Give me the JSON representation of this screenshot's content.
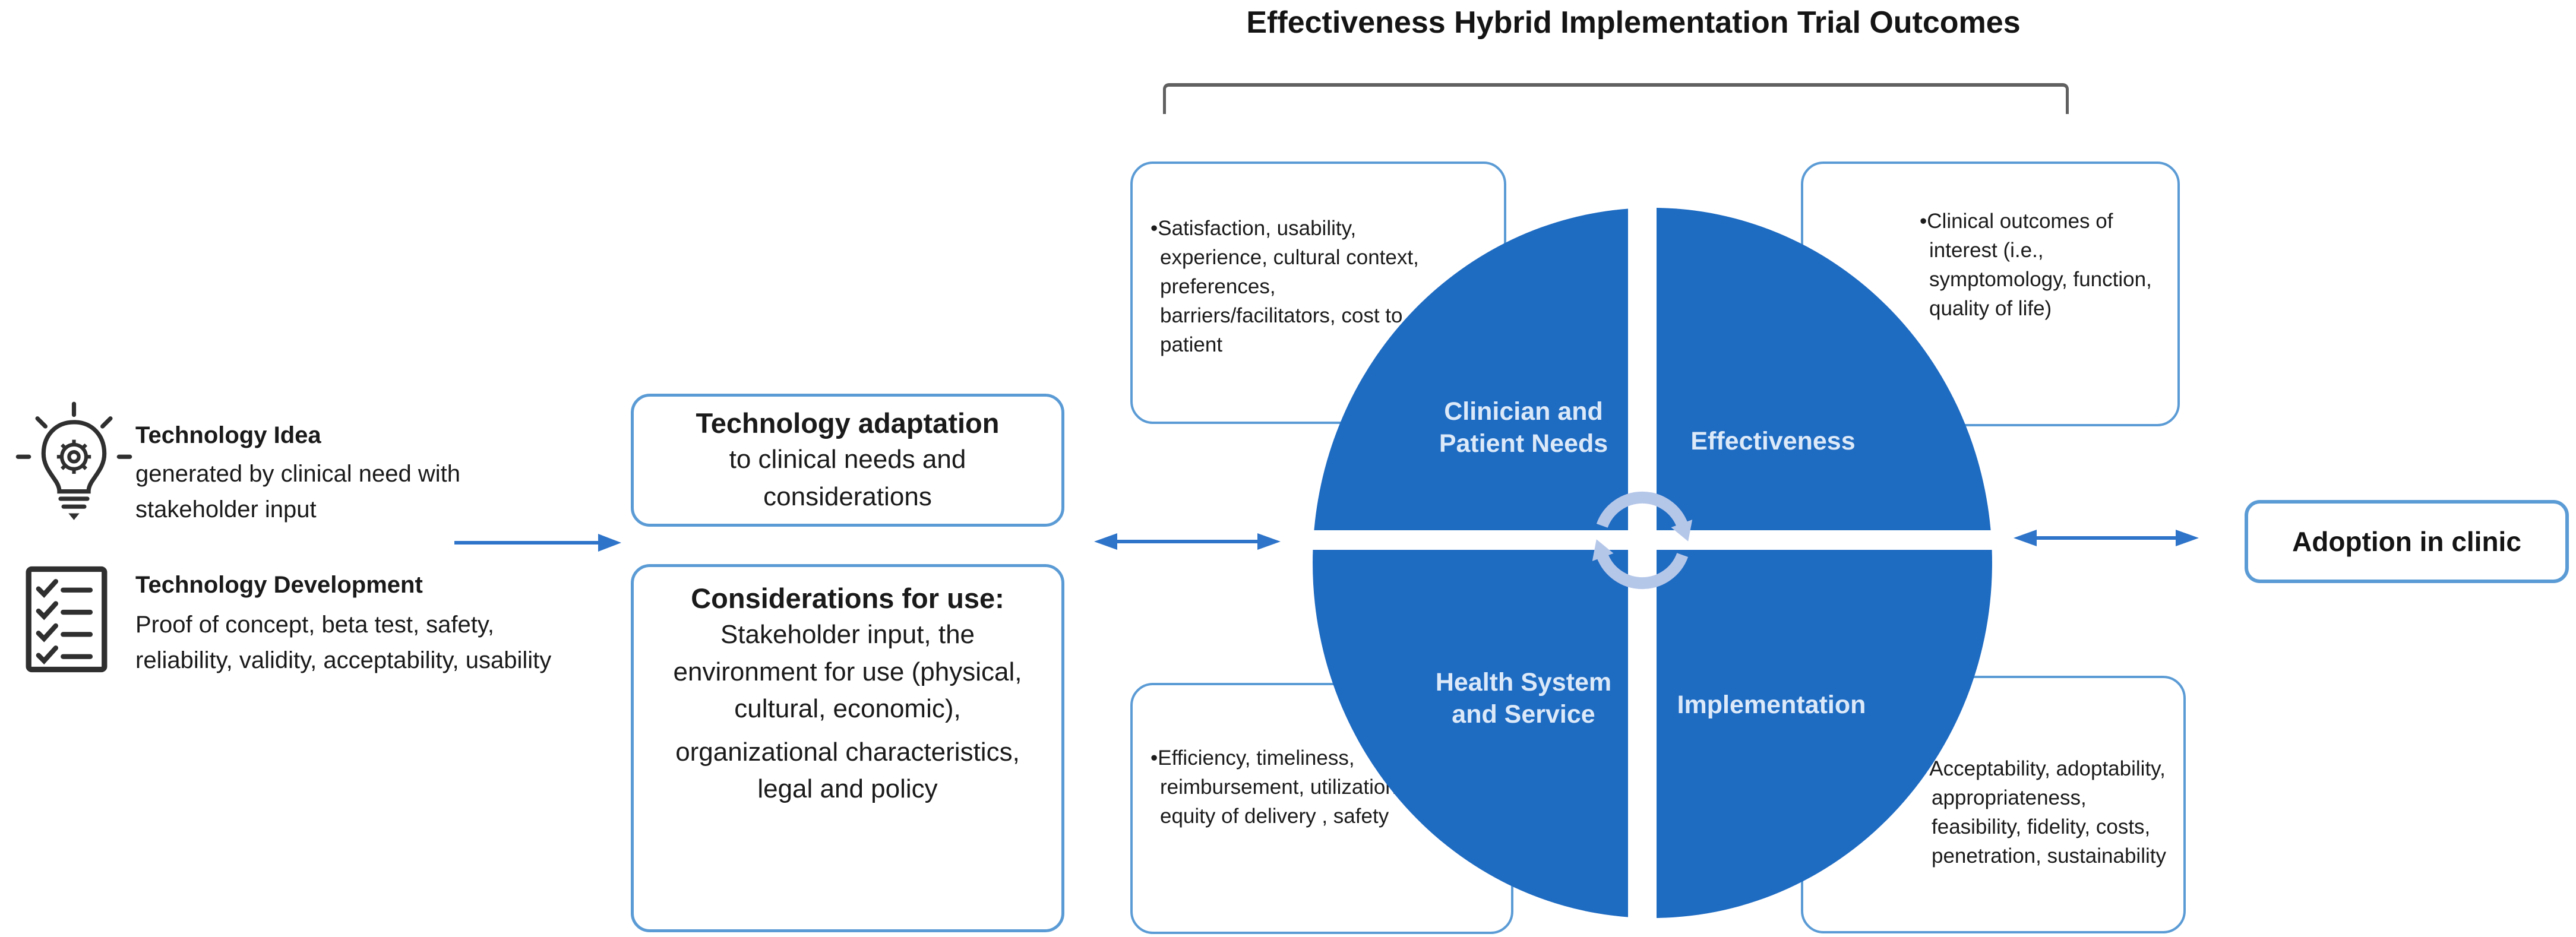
{
  "title": "Effectiveness Hybrid Implementation Trial Outcomes",
  "glyphs": {
    "bullet": "•"
  },
  "colors": {
    "circle_blue": "#1E6BC2",
    "callout_border": "#5B9BD5",
    "arrow_blue": "#2E74C9",
    "quadrant_label_text": "#DCE9F8",
    "bracket_gray": "#606060",
    "cycle_arrows": "#B5C7E9",
    "text_black": "#1A1A1A"
  },
  "left_panel": {
    "idea": {
      "icon": "lightbulb-gear-icon",
      "heading": "Technology Idea",
      "body": "generated by clinical need with stakeholder input"
    },
    "development": {
      "icon": "checklist-icon",
      "heading": "Technology Development",
      "body": "Proof of concept, beta test, safety, reliability, validity, acceptability, usability"
    }
  },
  "middle_boxes": {
    "adaptation": {
      "heading": "Technology adaptation",
      "body": "to clinical needs and considerations"
    },
    "considerations": {
      "heading": "Considerations for use:",
      "body_paragraph_1": "Stakeholder input, the environment for use (physical, cultural, economic),",
      "body_paragraph_2": "organizational characteristics, legal and policy"
    }
  },
  "trial_circle": {
    "center_icon": "cycle-arrows-icon",
    "quadrants": {
      "top_left": "Clinician and Patient Needs",
      "top_right": "Effectiveness",
      "bottom_left": "Health System and Service",
      "bottom_right": "Implementation"
    }
  },
  "callouts": {
    "top_left": "Satisfaction, usability, experience, cultural context, preferences, barriers/facilitators, cost to patient",
    "top_right": "Clinical outcomes of interest  (i.e., symptomology, function, quality of life)",
    "bottom_left": "Efficiency, timeliness, reimbursement, utilization, equity of delivery , safety",
    "bottom_right": "Acceptability, adoptability, appropriateness, feasibility, fidelity, costs, penetration, sustainability"
  },
  "adoption_box": {
    "label": "Adoption in clinic"
  }
}
